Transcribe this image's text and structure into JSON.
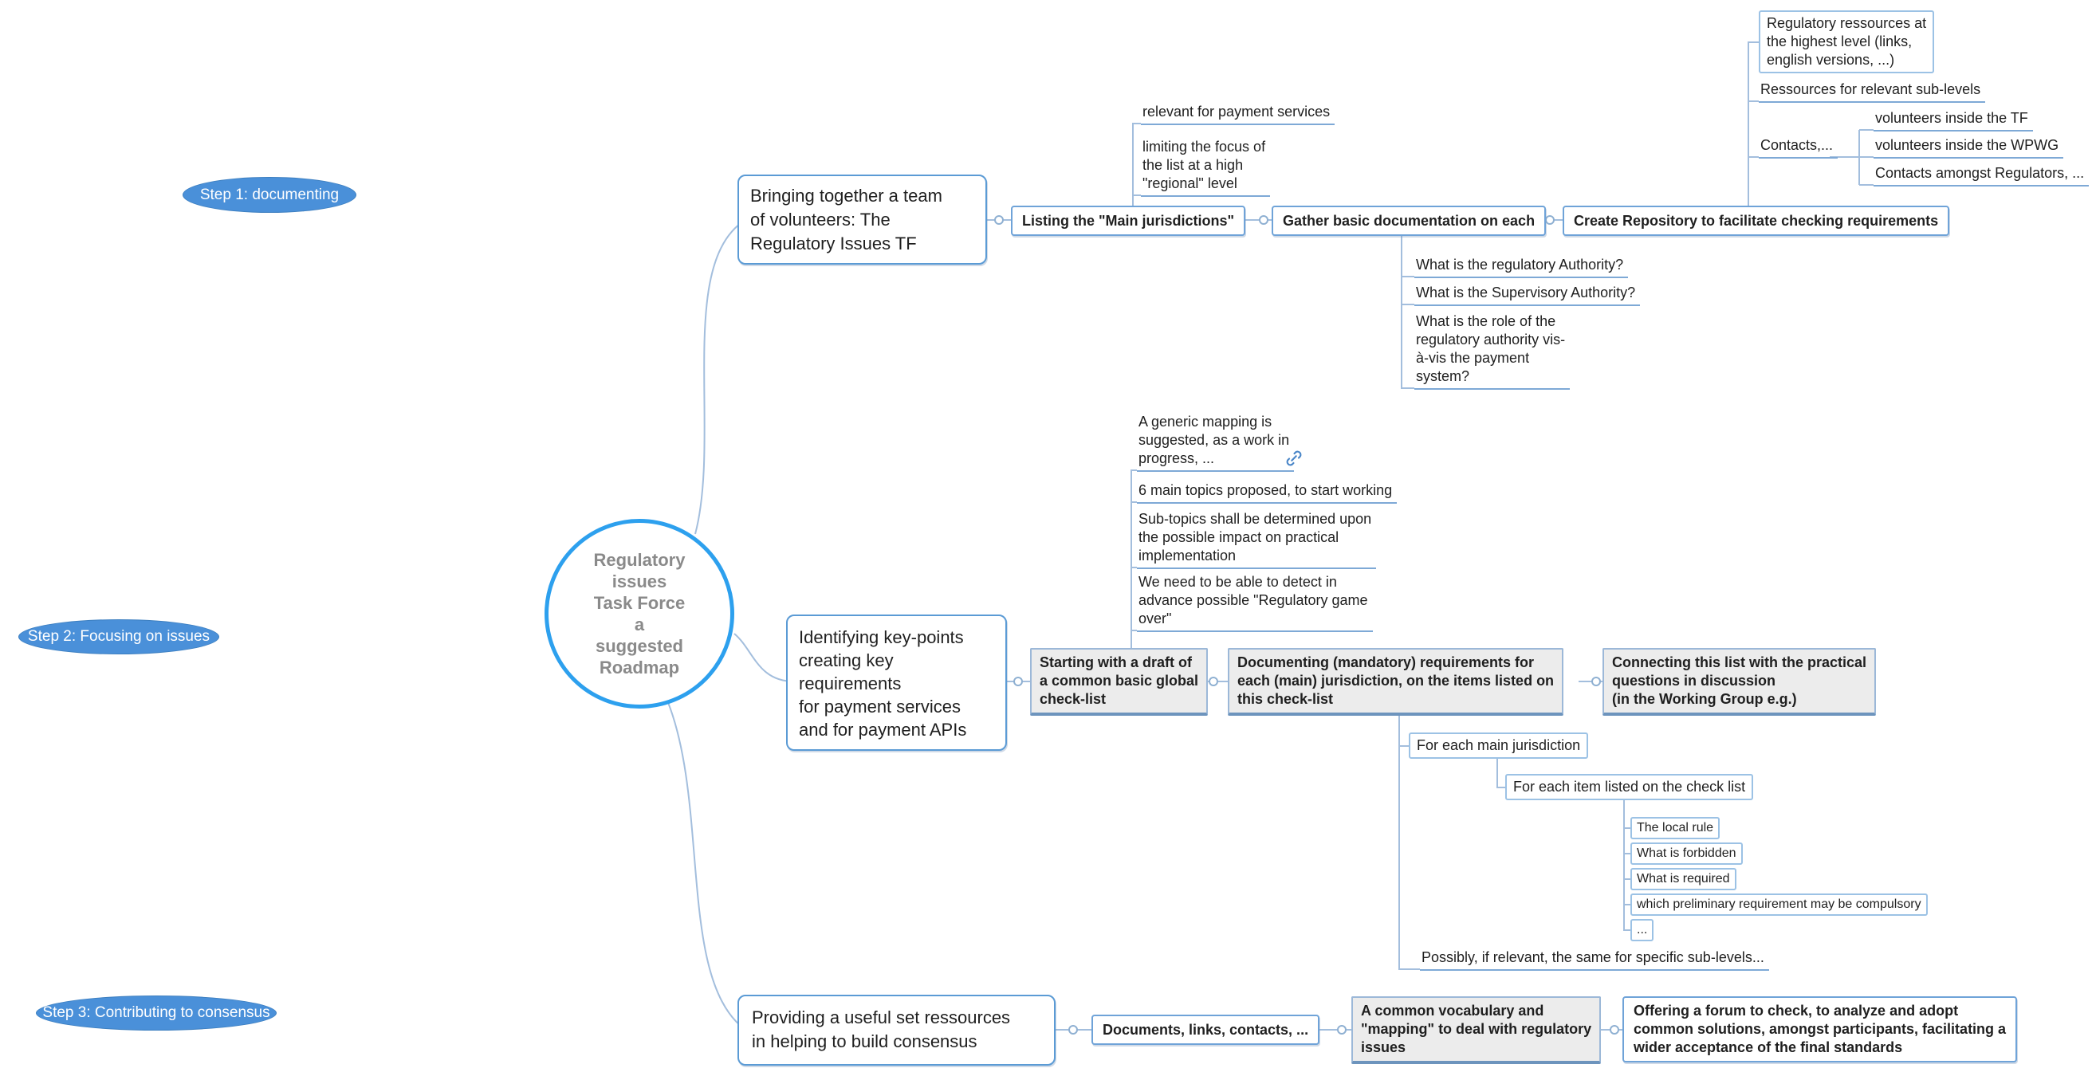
{
  "colors": {
    "accent_blue": "#5b9bd5",
    "ellipse_fill": "#4a90d9",
    "center_border": "#2da0ee",
    "gray_node_bg": "#ececec",
    "edge_line": "#a3bedd",
    "center_text": "#8a8a8a"
  },
  "icons": {
    "link": "link-icon"
  },
  "steps": [
    "Step 1: documenting",
    "Step 2: Focusing on issues",
    "Step 3: Contributing to consensus"
  ],
  "center": {
    "label": "Regulatory\nissues\nTask Force\na\nsuggested\nRoadmap"
  },
  "branch1": {
    "root": "Bringing together a team\nof volunteers: The\nRegulatory Issues TF",
    "listing": "Listing the \"Main jurisdictions\"",
    "listing_notes": [
      "relevant for payment services",
      "limiting the focus of\nthe list at a high\n\"regional\" level"
    ],
    "gather": "Gather basic documentation on each",
    "gather_children": [
      "What is the regulatory Authority?",
      "What is the Supervisory Authority?",
      "What is the role of the\nregulatory authority vis-\nà-vis the payment\nsystem?"
    ],
    "repository": "Create Repository to facilitate checking requirements",
    "repo_children": [
      "Regulatory ressources at\nthe highest level (links,\nenglish versions, ...)",
      "Ressources for relevant sub-levels",
      "Contacts,..."
    ],
    "contacts_children": [
      "volunteers inside the TF",
      "volunteers inside the WPWG",
      "Contacts amongst Regulators, ..."
    ]
  },
  "branch2": {
    "root": "Identifying key-points\ncreating key\nrequirements\nfor payment services\nand for payment APIs",
    "starting": "Starting with a draft of\na common basic global\ncheck-list",
    "starting_notes": [
      "A generic mapping is\nsuggested, as a work in\nprogress, ...",
      "6 main topics proposed, to start working",
      "Sub-topics shall be determined upon\nthe possible impact on practical\nimplementation",
      "We need to be able to detect in\nadvance possible \"Regulatory game\nover\""
    ],
    "documenting": "Documenting (mandatory) requirements for\neach (main) jurisdiction, on the items listed on\nthis check-list",
    "connecting": "Connecting this list with the practical\nquestions in discussion\n(in the Working Group e.g.)",
    "for_each_jurisdiction": "For each main jurisdiction",
    "for_each_item": "For each item listed on the check list",
    "item_children": [
      "The local rule",
      "What is forbidden",
      "What is required",
      "which preliminary requirement may be compulsory",
      "..."
    ],
    "possibly": "Possibly, if relevant, the same for specific sub-levels..."
  },
  "branch3": {
    "root": "Providing a useful set ressources\nin helping to build consensus",
    "documents": "Documents, links, contacts, ...",
    "vocabulary": "A common vocabulary and\n\"mapping\" to deal with regulatory\nissues",
    "offering": "Offering a forum to check, to analyze and adopt\ncommon solutions, amongst participants, facilitating a\nwider acceptance of the final standards"
  }
}
